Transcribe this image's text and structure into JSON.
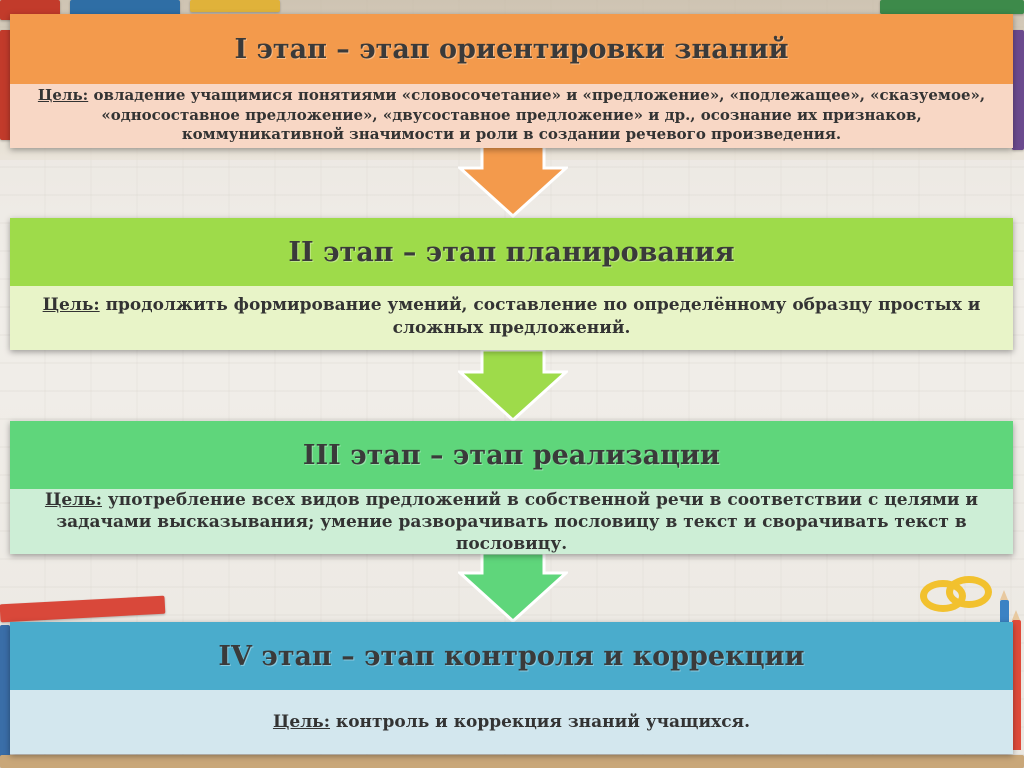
{
  "stages": [
    {
      "title": "I этап – этап ориентировки знаний",
      "goal_label": "Цель:",
      "goal_text": " овладение учащимися понятиями «словосочетание» и «предложение», «подлежащее», «сказуемое», «односоставное предложение», «двусоставное предложение» и др., осознание их признаков, коммуникативной значимости и роли в создании речевого произведения.",
      "color": "#f39a4c"
    },
    {
      "title": "II этап – этап планирования",
      "goal_label": "Цель:",
      "goal_text": " продолжить формирование умений, составление по определённому образцу простых и сложных предложений.",
      "color": "#9edb4a"
    },
    {
      "title": "III этап – этап реализации",
      "goal_label": "Цель:",
      "goal_text": " употребление всех видов предложений в собственной речи в соответствии с целями и задачами высказывания; умение разворачивать пословицу в текст и сворачивать текст в пословицу.",
      "color": "#5fd67b"
    },
    {
      "title": "IV этап – этап контроля и коррекции",
      "goal_label": "Цель:",
      "goal_text": " контроль и коррекция знаний учащихся.",
      "color": "#4aaccc"
    }
  ],
  "arrows": [
    {
      "color": "#f39a4c"
    },
    {
      "color": "#9edb4a"
    },
    {
      "color": "#5fd67b"
    }
  ]
}
